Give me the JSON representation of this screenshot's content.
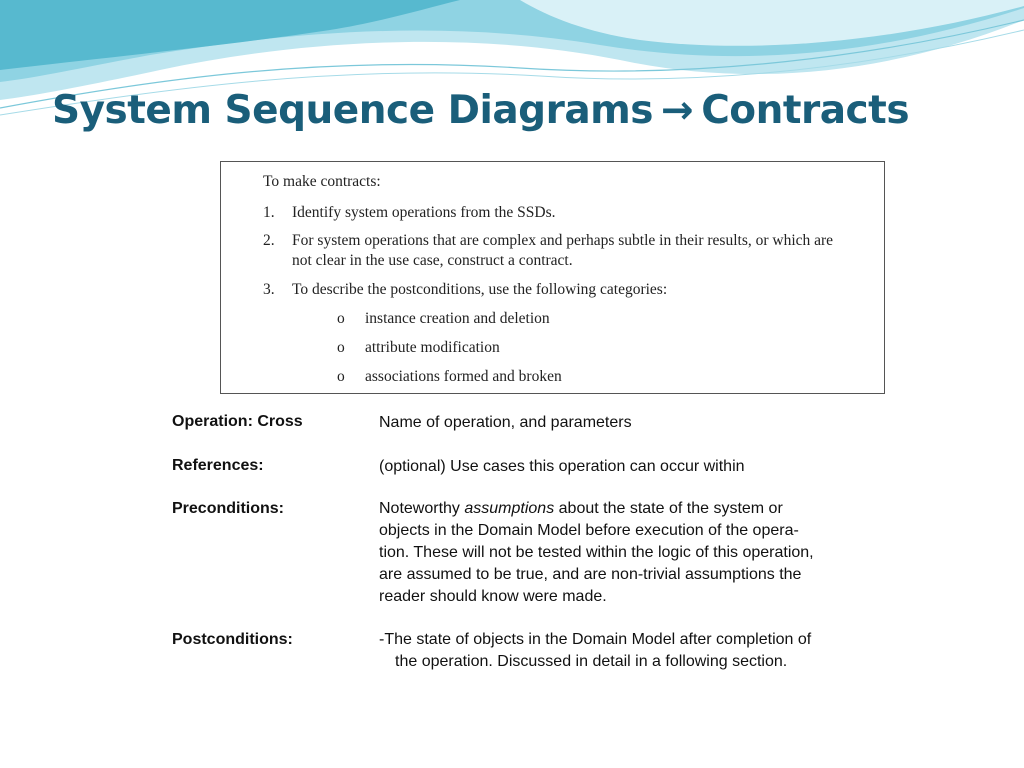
{
  "slide": {
    "title_left": "System Sequence Diagrams",
    "title_arrow": "→",
    "title_right": "Contracts",
    "colors": {
      "title": "#1a5e7a",
      "wave_light": "#bfe6f0",
      "wave_teal": "#57b9cf"
    }
  },
  "instructions": {
    "intro": "To make contracts:",
    "steps": [
      {
        "num": "1.",
        "text": "Identify system operations from the SSDs."
      },
      {
        "num": "2.",
        "text": "For system operations that are complex and perhaps subtle in their results, or which are not clear in the use case, construct a contract."
      },
      {
        "num": "3.",
        "text": "To describe the postconditions, use the following categories:"
      }
    ],
    "bullet": "o",
    "categories": [
      "instance creation and deletion",
      "attribute modification",
      "associations formed and broken"
    ]
  },
  "contract": {
    "operation_label": "Operation: Cross",
    "operation_value": "Name of operation, and parameters",
    "references_label": "References:",
    "references_value": "(optional) Use cases this operation can occur within",
    "preconditions_label": "Preconditions:",
    "preconditions_lines": [
      "Noteworthy",
      "assumptions",
      "about the state of the system or",
      "objects in the Domain Model before execution of the opera-",
      "tion. These will not be tested within the logic of this operation,",
      "are assumed to be true, and are non-trivial assumptions the",
      "reader should know were made."
    ],
    "postconditions_label": "Postconditions:",
    "postconditions_lines": [
      "-The state of objects in the Domain Model after completion of",
      "the operation. Discussed in detail in a following section."
    ]
  }
}
